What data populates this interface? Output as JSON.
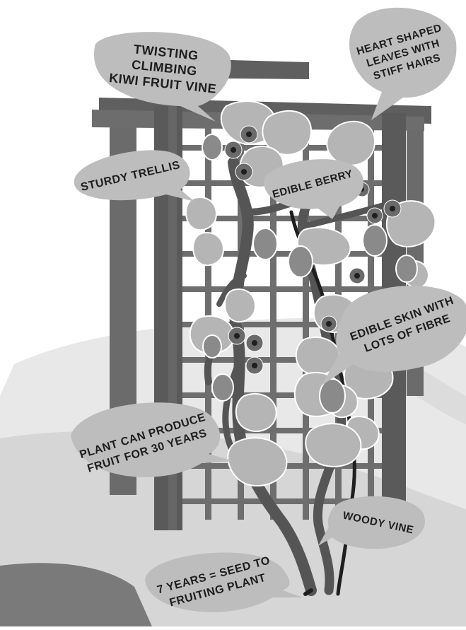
{
  "labels": {
    "twisting_vine": "TWISTING CLIMBING\nKIWI FRUIT VINE",
    "heart_leaves": "HEART SHAPED\nLEAVES WITH\nSTIFF HAIRS",
    "sturdy_trellis": "STURDY TRELLIS",
    "edible_berry": "EDIBLE BERRY",
    "edible_skin": "EDIBLE SKIN WITH\nLOTS OF FIBRE",
    "thirty_years": "PLANT CAN PRODUCE\nFRUIT FOR 30 YEARS",
    "woody_vine": "WOODY VINE",
    "seven_years": "7 YEARS = SEED TO\nFRUITING PLANT"
  },
  "colors": {
    "background": "#ffffff",
    "ground_light": "#e6e6e6",
    "ground_mid": "#cfcfcf",
    "path": "#777777",
    "trellis_dark": "#5c5c5c",
    "trellis_mid": "#737373",
    "lattice": "#6e6e6e",
    "vine": "#555555",
    "stem": "#1f1f1f",
    "leaf": "#b5b5b5",
    "leaf_dark": "#9a9a9a",
    "fruit": "#8a8a8a",
    "flower": "#6a6a6a",
    "bubble": "#bdbdbd",
    "text": "#1e1e1e"
  }
}
